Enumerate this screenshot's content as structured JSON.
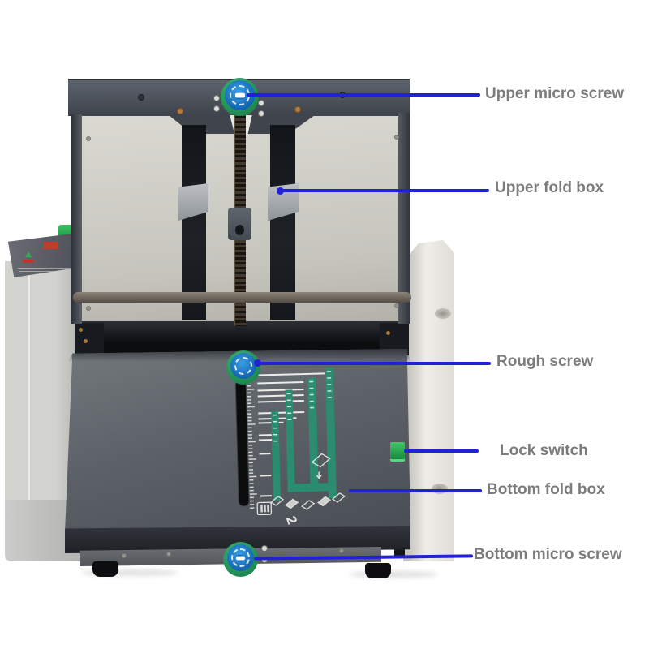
{
  "annotation": {
    "line_color": "#2121d8",
    "label_color": "#7c7c7c",
    "labels": [
      {
        "id": "upper-micro-screw",
        "text": "Upper micro screw"
      },
      {
        "id": "upper-fold-box",
        "text": "Upper fold box"
      },
      {
        "id": "rough-screw",
        "text": "Rough screw"
      },
      {
        "id": "lock-switch",
        "text": "Lock switch"
      },
      {
        "id": "bottom-fold-box",
        "text": "Bottom fold box"
      },
      {
        "id": "bottom-micro-screw",
        "text": "Bottom micro screw"
      }
    ]
  },
  "machine": {
    "plate_marking_text": "2",
    "knob_ring_color": "#1f8a52",
    "knob_face_color": "#1668b4",
    "lock_switch_color": "#27a34c",
    "scale_bar_color": "#2b8c6f"
  }
}
